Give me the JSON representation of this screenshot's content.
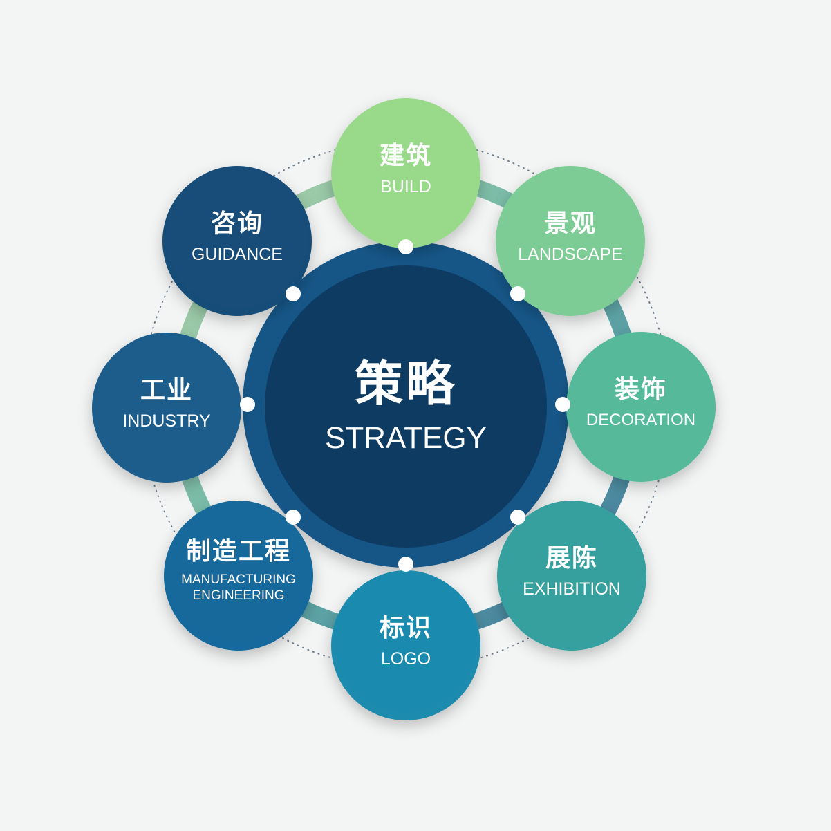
{
  "center": {
    "zh": "策略",
    "en": "STRATEGY",
    "color": "#0e3b62"
  },
  "nodes": [
    {
      "key": "build",
      "zh": "建筑",
      "en": "BUILD",
      "color": "#98d98a"
    },
    {
      "key": "landscape",
      "zh": "景观",
      "en": "LANDSCAPE",
      "color": "#7ecc95"
    },
    {
      "key": "decoration",
      "zh": "装饰",
      "en": "DECORATION",
      "color": "#55b99a"
    },
    {
      "key": "exhibition",
      "zh": "展陈",
      "en": "EXHIBITION",
      "color": "#36a09f"
    },
    {
      "key": "logo",
      "zh": "标识",
      "en": "LOGO",
      "color": "#1a8bae"
    },
    {
      "key": "manufacturing",
      "zh": "制造工程",
      "en": "MANUFACTURING ENGINEERING",
      "color": "#17699c"
    },
    {
      "key": "industry",
      "zh": "工业",
      "en": "INDUSTRY",
      "color": "#1d5d8c"
    },
    {
      "key": "guidance",
      "zh": "咨询",
      "en": "GUIDANCE",
      "color": "#174d78"
    }
  ]
}
